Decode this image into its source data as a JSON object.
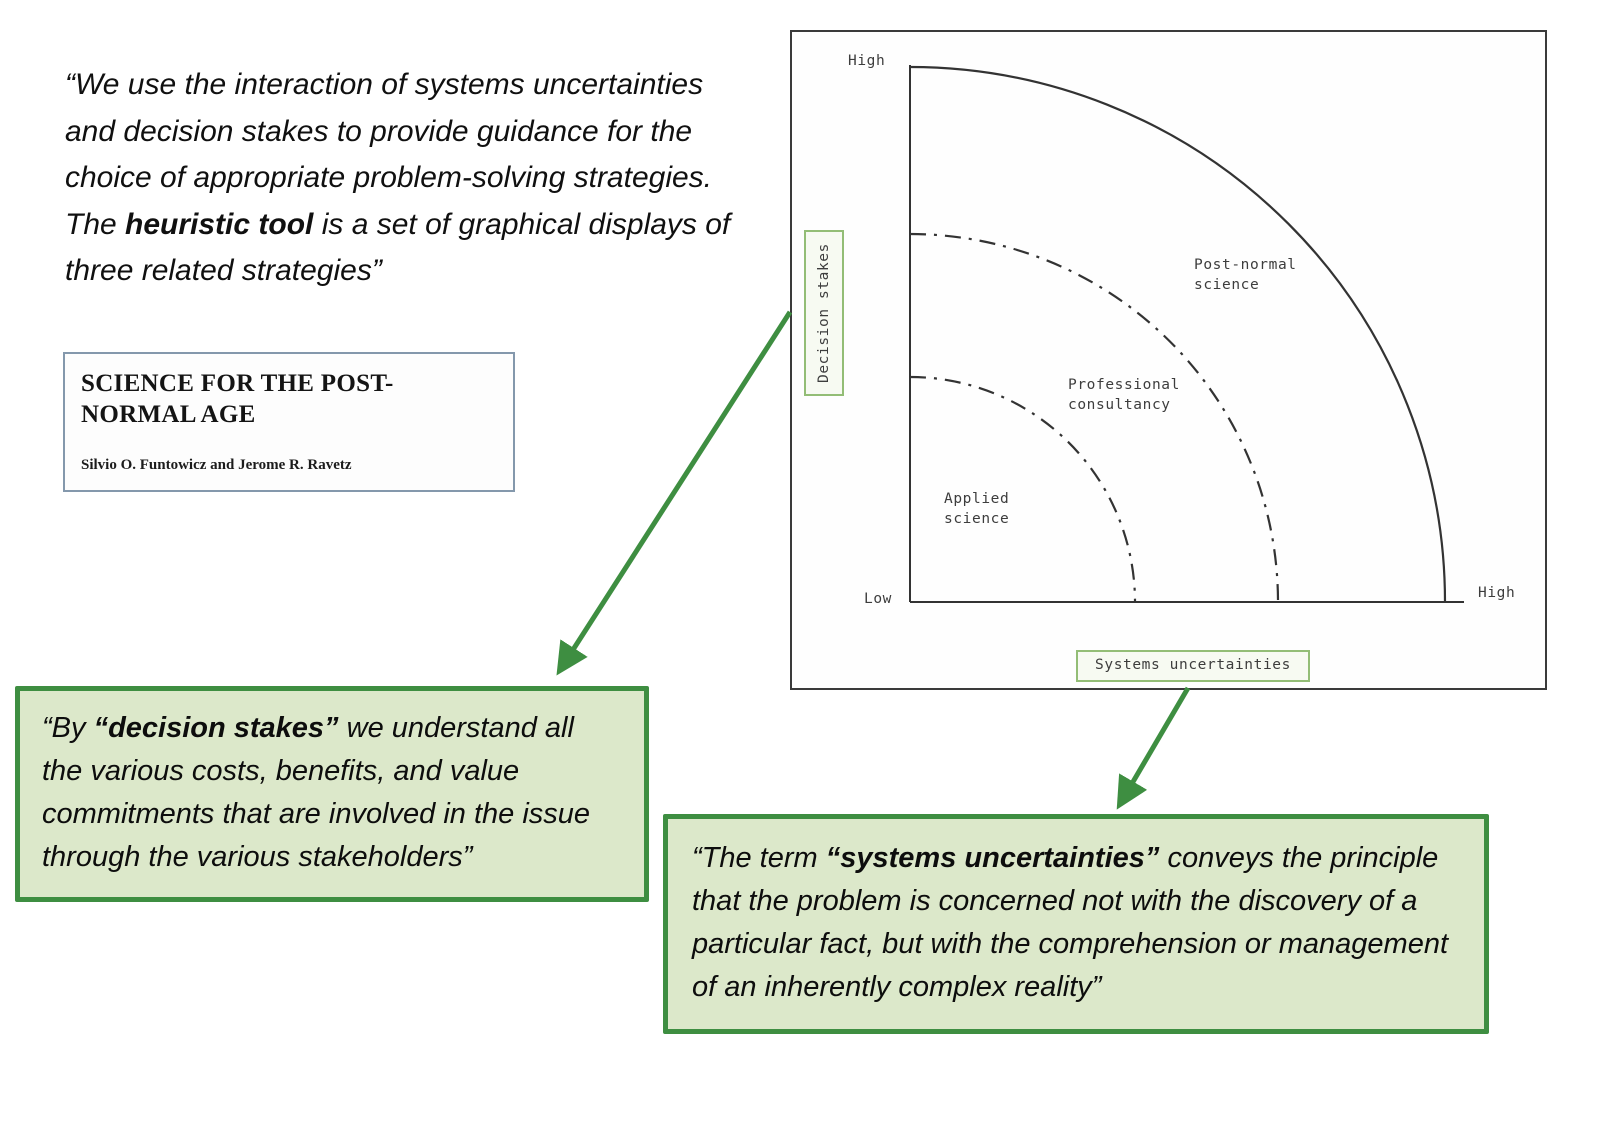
{
  "colors": {
    "accent_green": "#3e8e41",
    "note_box_fill": "#dce8ca",
    "axis_label_border_green": "#93bd76",
    "paper_card_border": "#8498ac",
    "diagram_line": "#333333",
    "diagram_text": "#3d3d3d"
  },
  "intro_quote": {
    "part1": "“We use the interaction of systems uncertainties and decision stakes to provide guidance for the choice of appropriate problem-solving strategies. The ",
    "part2_bold": "heuristic tool",
    "part3": " is a set of graphical displays of three related strategies”"
  },
  "paper": {
    "title": "SCIENCE FOR THE POST-NORMAL AGE",
    "authors": "Silvio O. Funtowicz and Jerome R. Ravetz"
  },
  "diagram": {
    "y_axis_label": "Decision stakes",
    "x_axis_label": "Systems uncertainties",
    "y_top_tick": "High",
    "origin_tick": "Low",
    "x_right_tick": "High",
    "regions": [
      {
        "label": "Applied science"
      },
      {
        "label": "Professional consultancy"
      },
      {
        "label": "Post-normal science"
      }
    ]
  },
  "decision_stakes_note": {
    "part1": "“By ",
    "part2_bold": "“decision stakes”",
    "part3": " we understand all the various costs, benefits, and value commitments that are involved in the issue through the various stakeholders”"
  },
  "systems_uncertainties_note": {
    "part1": "“The term ",
    "part2_bold": "“systems uncertainties”",
    "part3": " conveys the principle that the problem is concerned not with the discovery of a particular fact, but with the comprehension or management of an inherently complex reality”"
  }
}
